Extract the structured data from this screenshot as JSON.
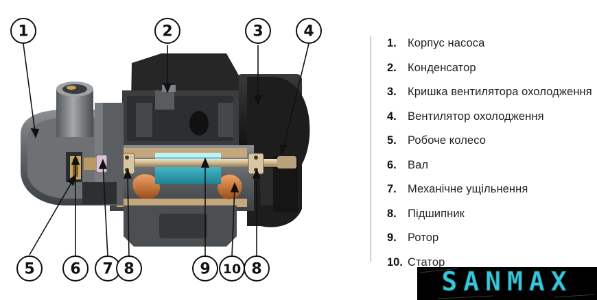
{
  "diagram": {
    "callouts": [
      "1",
      "2",
      "3",
      "4",
      "5",
      "6",
      "7",
      "8",
      "9",
      "10",
      "8"
    ]
  },
  "legend": [
    {
      "num": "1.",
      "text": "Корпус насоса"
    },
    {
      "num": "2.",
      "text": "Конденсатор"
    },
    {
      "num": "3.",
      "text": "Кришка вентилятора охолодження"
    },
    {
      "num": "4.",
      "text": "Вентилятор охолодження"
    },
    {
      "num": "5.",
      "text": "Робоче колесо"
    },
    {
      "num": "6.",
      "text": "Вал"
    },
    {
      "num": "7.",
      "text": "Механічне ущільнення"
    },
    {
      "num": "8.",
      "text": "Підшипник"
    },
    {
      "num": "9.",
      "text": "Ротор"
    },
    {
      "num": "10.",
      "text": "Статор"
    }
  ],
  "brand": {
    "text": "SANMAX"
  },
  "colors": {
    "brand_cyan": "#39c6d8",
    "rotor_cyan": "#3fb2c4",
    "stator_orange": "#d77a33",
    "body_gray": "#5b5e60",
    "dark": "#1b1b1b"
  }
}
